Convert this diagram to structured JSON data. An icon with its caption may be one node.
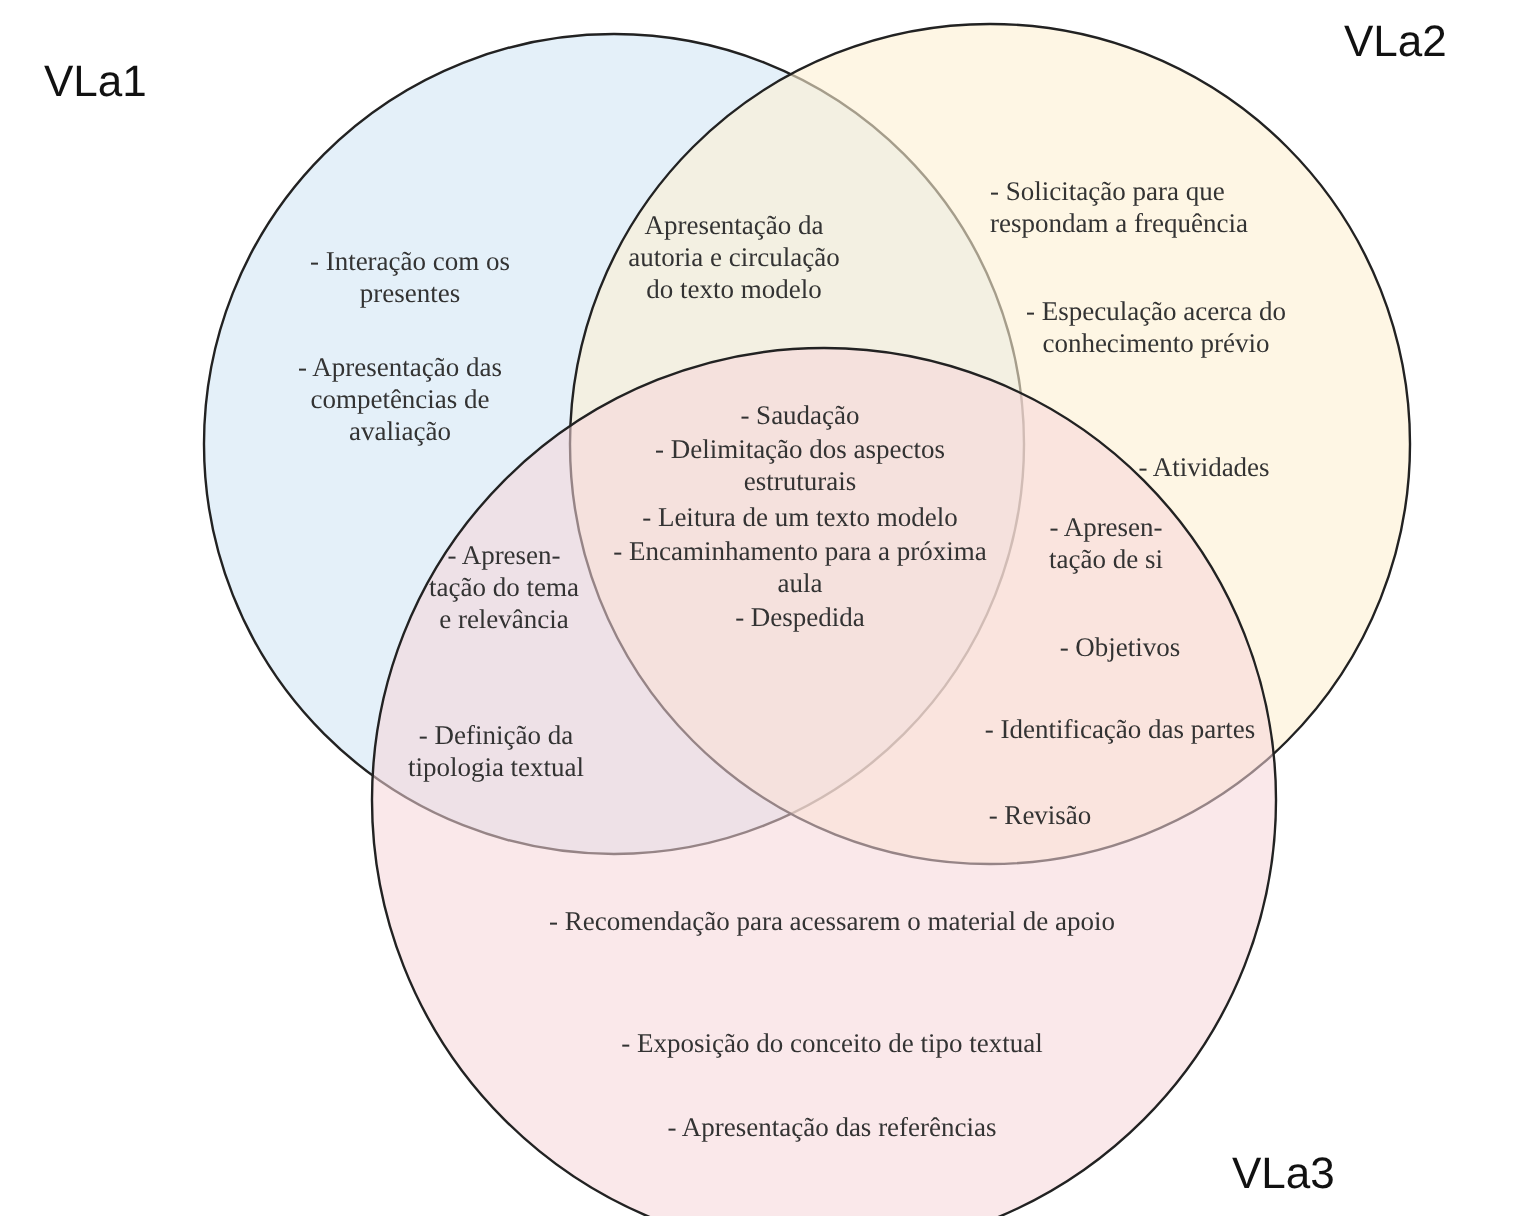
{
  "diagram": {
    "nodes": [
      {
        "text": [
          "VLa1"
        ]
      },
      {
        "text": [
          "VLa2"
        ]
      },
      {
        "text": [
          "VLa3"
        ]
      }
    ],
    "labels": [
      "- Interação com os presentes",
      "Apresentação da autoria e circulação do texto modelo",
      "- Solicitação para que respondam a frequência",
      "- Apresentação das competências de avaliação",
      "- Especulação acerca do conhecimento prévio",
      "- Saudação",
      "- Delimitação dos aspectos estruturais",
      "- Leitura de um texto modelo",
      "- Encaminhamento para a próxima aula",
      "- Despedida",
      "- Atividades",
      "- Apresen- tação de si",
      "- Apresen- tação do tema e relevância",
      "- Objetivos",
      "- Definição da tipologia textual",
      "- Identificação das partes",
      "- Revisão",
      "- Recomendação para acessarem o material de apoio",
      "- Exposição do conceito de tipo textual",
      "- Apresentação das referências"
    ]
  }
}
